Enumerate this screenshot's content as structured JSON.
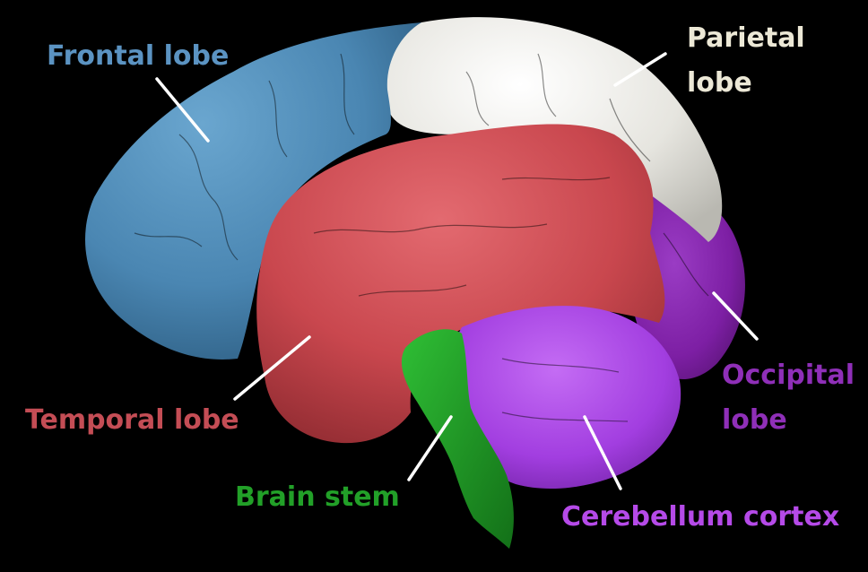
{
  "labels": {
    "frontal": "Frontal lobe",
    "parietal_line1": "Parietal",
    "parietal_line2": "lobe",
    "occipital_line1": "Occipital",
    "occipital_line2": "lobe",
    "temporal": "Temporal lobe",
    "brain_stem": "Brain stem",
    "cerebellum": "Cerebellum cortex"
  },
  "colors": {
    "background": "#000000",
    "frontal": "#4a86b2",
    "frontal_label": "#5b93c2",
    "parietal": "#ecebe6",
    "parietal_label": "#ece8d6",
    "temporal": "#c9474e",
    "temporal_label": "#c44d55",
    "occipital": "#7d1fa4",
    "occipital_label": "#8f2fb8",
    "cerebellum": "#a23ee0",
    "cerebellum_label": "#b54ae8",
    "brain_stem": "#1c9a22",
    "brain_stem_label": "#22a028",
    "leader_line": "#ffffff"
  }
}
